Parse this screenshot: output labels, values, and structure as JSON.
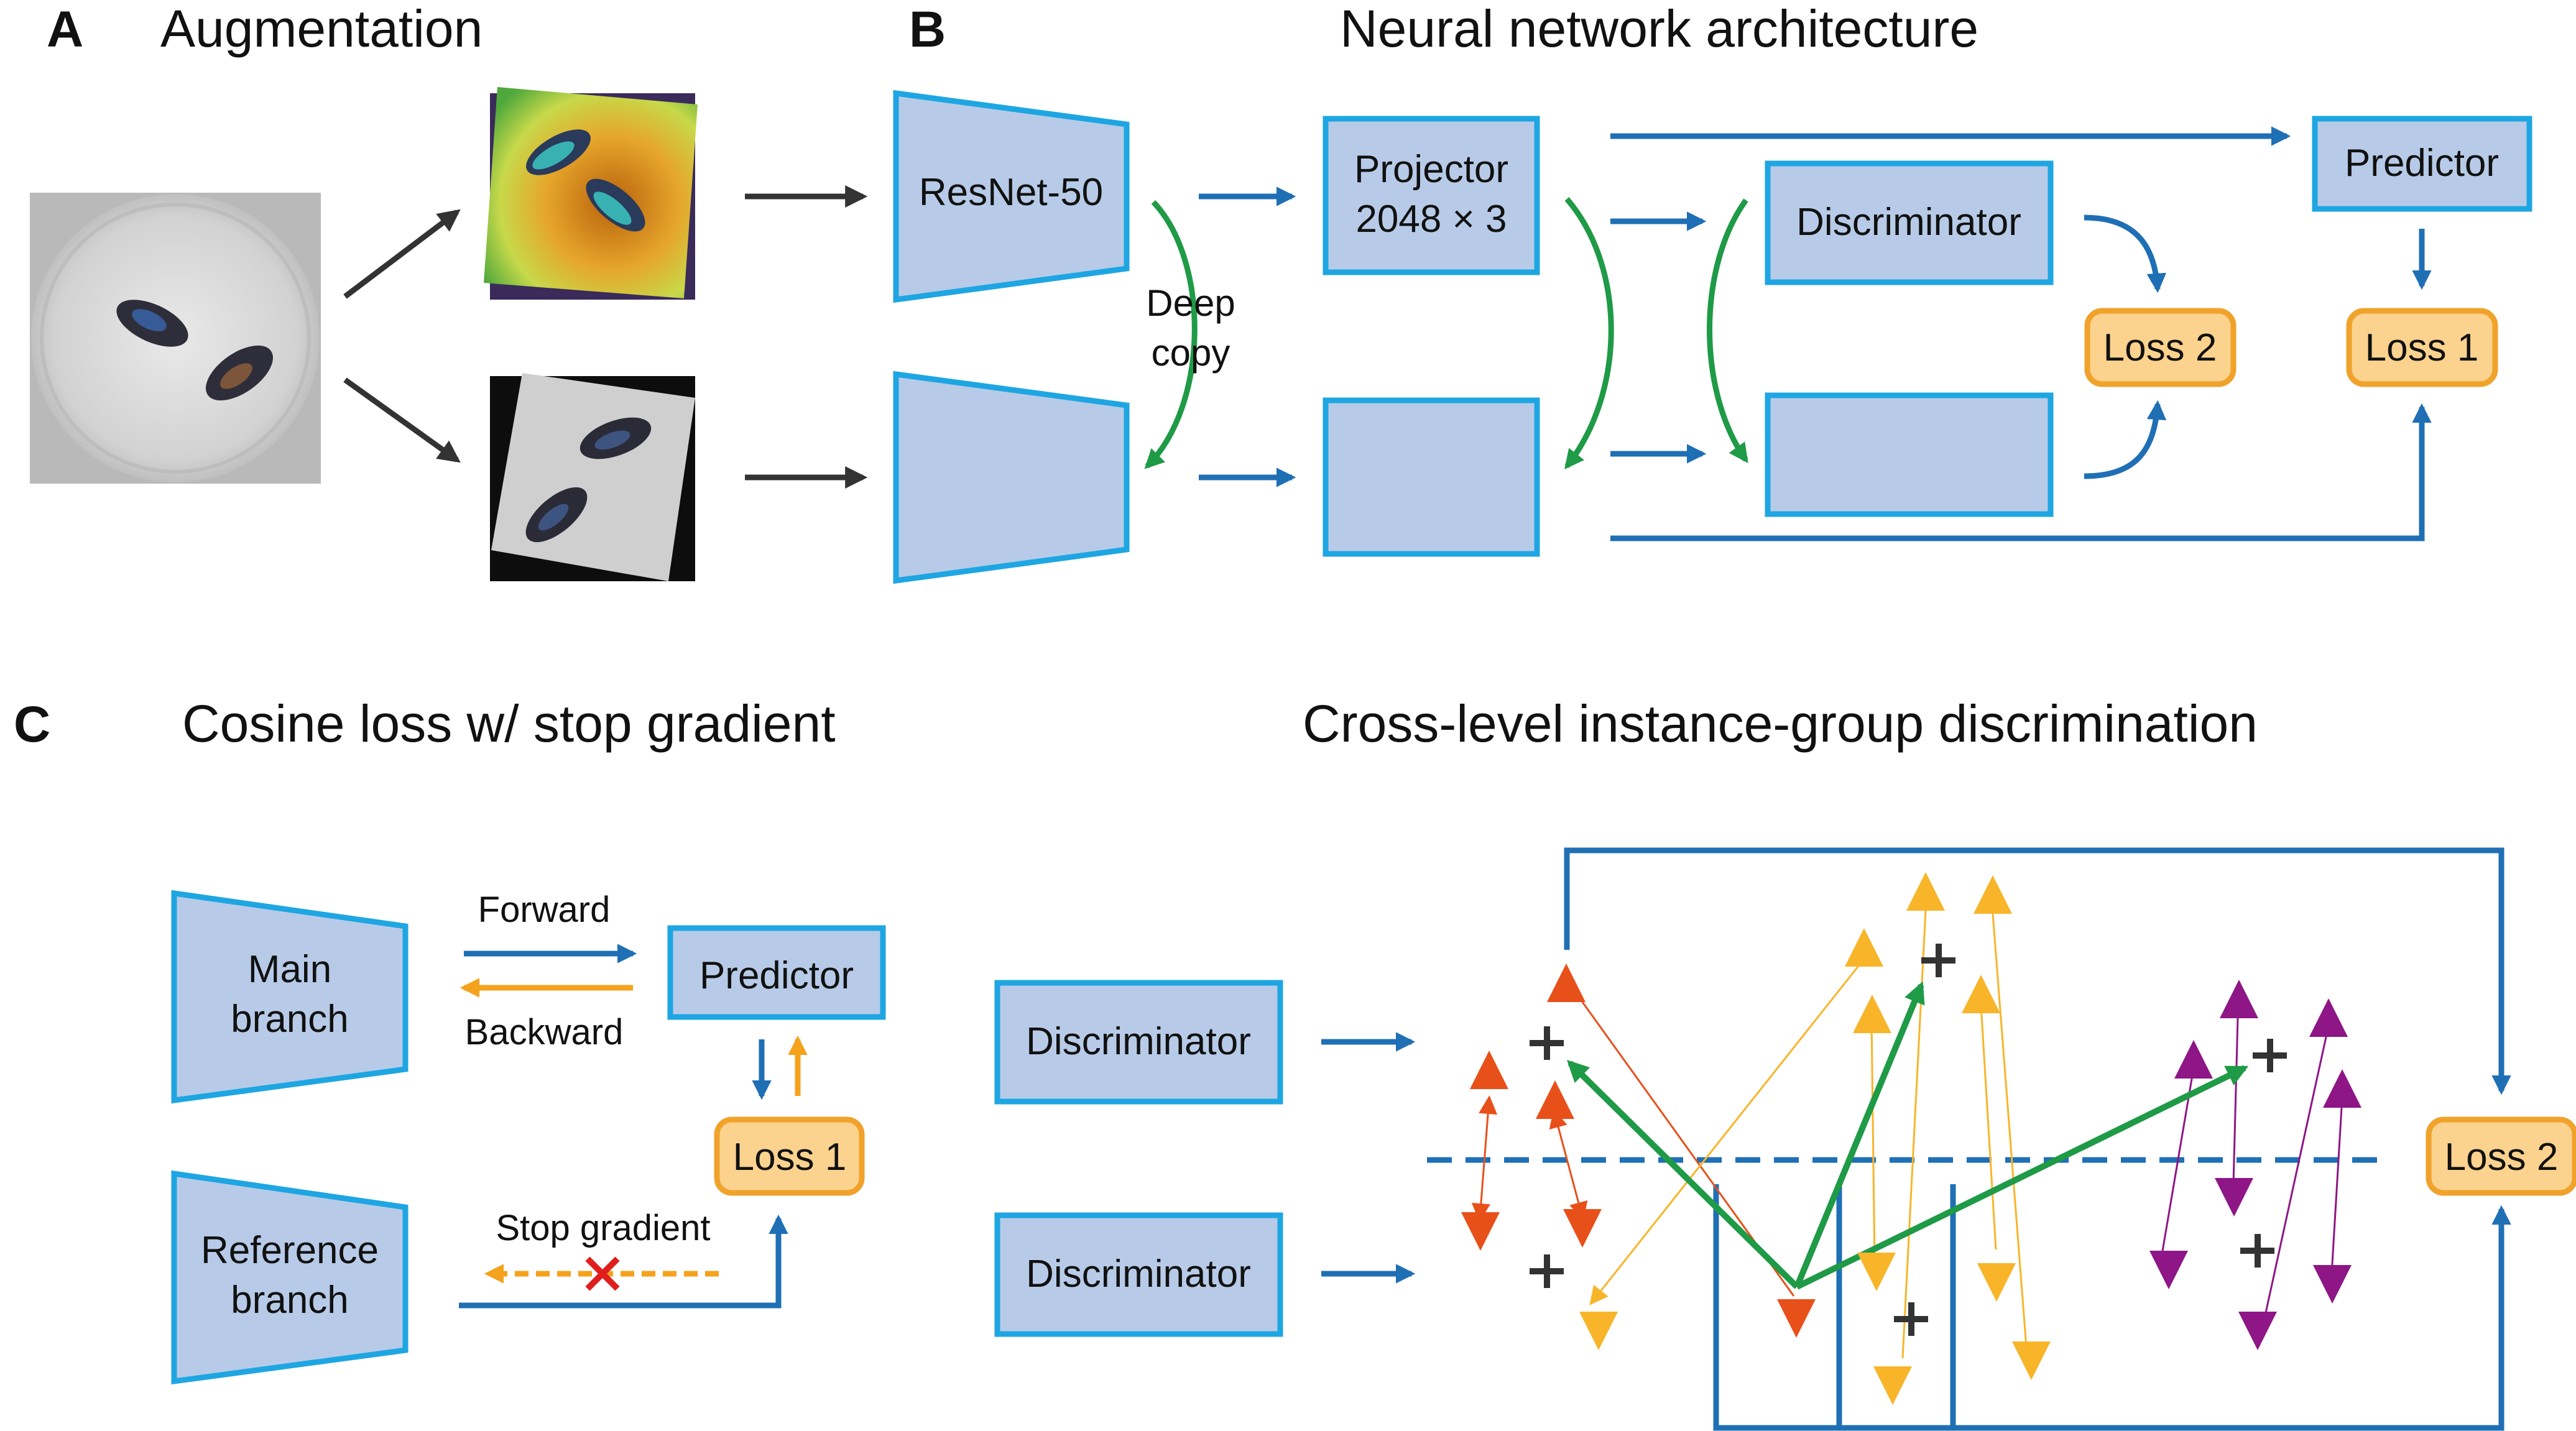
{
  "panel_a": {
    "letter": "A",
    "title": "Augmentation"
  },
  "panel_b": {
    "letter": "B",
    "title": "Neural network architecture",
    "backbone_label": "ResNet-50",
    "deep_copy_line1": "Deep",
    "deep_copy_line2": "copy",
    "projector_line1": "Projector",
    "projector_line2": "2048 × 3",
    "discriminator_label": "Discriminator",
    "predictor_label": "Predictor",
    "loss2_label": "Loss 2",
    "loss1_label": "Loss 1"
  },
  "panel_c": {
    "letter": "C",
    "left_title": "Cosine loss w/ stop gradient",
    "right_title": "Cross-level instance-group discrimination",
    "main_branch_line1": "Main",
    "main_branch_line2": "branch",
    "reference_branch_line1": "Reference",
    "reference_branch_line2": "branch",
    "forward_label": "Forward",
    "backward_label": "Backward",
    "predictor_label": "Predictor",
    "loss1_label": "Loss 1",
    "stop_gradient_label": "Stop gradient",
    "discriminator_top_label": "Discriminator",
    "discriminator_bottom_label": "Discriminator",
    "loss2_label": "Loss 2"
  },
  "colors": {
    "box_fill": "#b7cbe8",
    "box_stroke": "#1ea6e2",
    "flow_blue": "#1f6fb5",
    "dark_arrow": "#333333",
    "deep_copy_green": "#1f9a46",
    "loss_fill": "#fbd28e",
    "loss_stroke": "#f0a22a",
    "backward_orange": "#f5a21c",
    "stop_x_red": "#e01e1e",
    "cluster_red": "#e8501a",
    "cluster_yellow": "#f8b52a",
    "cluster_purple": "#8e1686"
  }
}
